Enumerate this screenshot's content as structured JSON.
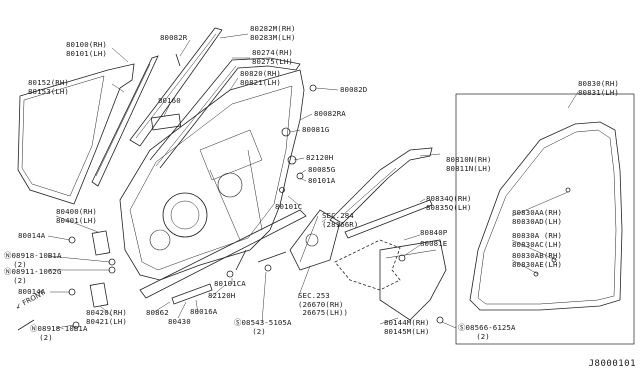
{
  "diagram_code": "J8000101",
  "front_label": "FRONT",
  "parts": [
    {
      "id": "p80100",
      "lines": [
        "80100(RH)",
        "80101(LH)"
      ]
    },
    {
      "id": "p80152",
      "lines": [
        "80152(RH)",
        "80153(LH)"
      ]
    },
    {
      "id": "p80082r",
      "lines": [
        "80082R"
      ]
    },
    {
      "id": "p80160",
      "lines": [
        "80160"
      ]
    },
    {
      "id": "p80282m",
      "lines": [
        "80282M(RH)",
        "80283M(LH)"
      ]
    },
    {
      "id": "p80274",
      "lines": [
        "80274(RH)",
        "80275(LH)"
      ]
    },
    {
      "id": "p80820",
      "lines": [
        "80820(RH)",
        "80821(LH)"
      ]
    },
    {
      "id": "p80082d",
      "lines": [
        "80082D"
      ]
    },
    {
      "id": "p80082ra",
      "lines": [
        "80082RA"
      ]
    },
    {
      "id": "p80081g",
      "lines": [
        "80081G"
      ]
    },
    {
      "id": "p82120h_top",
      "lines": [
        "82120H"
      ]
    },
    {
      "id": "p80085g",
      "lines": [
        "80085G"
      ]
    },
    {
      "id": "p80101a",
      "lines": [
        "80101A"
      ]
    },
    {
      "id": "p80101c",
      "lines": [
        "80101C"
      ]
    },
    {
      "id": "p80810n",
      "lines": [
        "80810N(RH)",
        "80811N(LH)"
      ]
    },
    {
      "id": "pSec284",
      "lines": [
        "SEC.284",
        "(28166R)"
      ]
    },
    {
      "id": "p80834q",
      "lines": [
        "80834Q(RH)",
        "80835Q(LH)"
      ]
    },
    {
      "id": "p80840p",
      "lines": [
        "80840P"
      ]
    },
    {
      "id": "p80081e",
      "lines": [
        "80081E"
      ]
    },
    {
      "id": "p80830",
      "lines": [
        "80830(RH)",
        "80831(LH)"
      ]
    },
    {
      "id": "p80830aa",
      "lines": [
        "80830AA(RH)",
        "80830AD(LH)"
      ]
    },
    {
      "id": "p80830a",
      "lines": [
        "80830A (RH)",
        "80830AC(LH)"
      ]
    },
    {
      "id": "p80830ab",
      "lines": [
        "80830AB(RH)",
        "80830AE(LH)"
      ]
    },
    {
      "id": "p80400",
      "lines": [
        "80400(RH)",
        "80401(LH)"
      ]
    },
    {
      "id": "p80014a_top",
      "lines": [
        "80014A"
      ]
    },
    {
      "id": "p08918_top",
      "lines": [
        "Ⓝ08918-10B1A",
        "  (2)"
      ]
    },
    {
      "id": "p08911",
      "lines": [
        "Ⓝ08911-1062G",
        "  (2)"
      ]
    },
    {
      "id": "p80014a_bot",
      "lines": [
        "80014A"
      ]
    },
    {
      "id": "p80420",
      "lines": [
        "80420(RH)",
        "80421(LH)"
      ]
    },
    {
      "id": "p08918_bot",
      "lines": [
        "Ⓝ08918-10B1A",
        "  (2)"
      ]
    },
    {
      "id": "p80862",
      "lines": [
        "80862"
      ]
    },
    {
      "id": "p80430",
      "lines": [
        "80430"
      ]
    },
    {
      "id": "p80101ca",
      "lines": [
        "80101CA"
      ]
    },
    {
      "id": "p82120h_bot",
      "lines": [
        "82120H"
      ]
    },
    {
      "id": "p80016a",
      "lines": [
        "80016A"
      ]
    },
    {
      "id": "pSec253",
      "lines": [
        "SEC.253",
        "(26670(RH)",
        " 26675(LH))"
      ]
    },
    {
      "id": "p08543",
      "lines": [
        "Ⓢ08543-5105A",
        "    (2)"
      ]
    },
    {
      "id": "p80144m",
      "lines": [
        "80144M(RH)",
        "80145M(LH)"
      ]
    },
    {
      "id": "p08566",
      "lines": [
        "Ⓢ08566-6125A",
        "    (2)"
      ]
    }
  ]
}
